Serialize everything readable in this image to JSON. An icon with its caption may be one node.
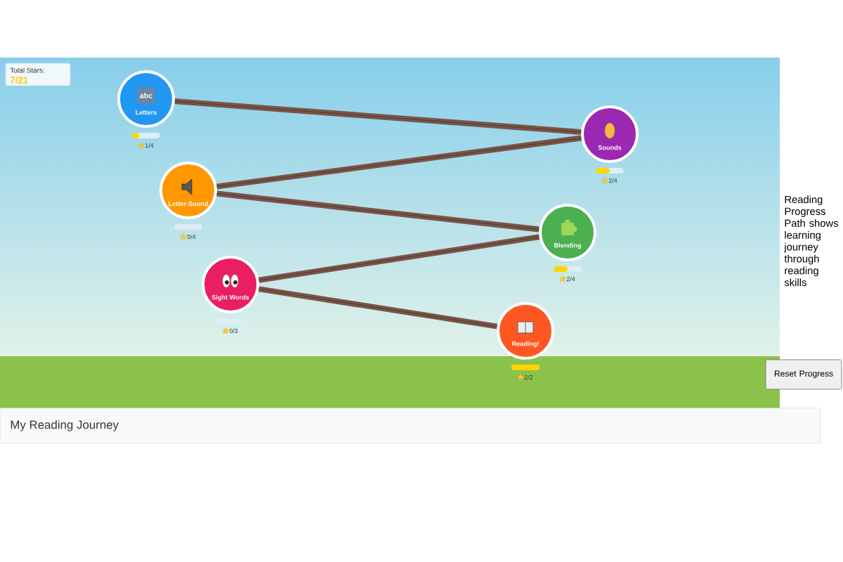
{
  "diagram": {
    "title": "My Reading Journey",
    "nodes": [
      {
        "text": [
          "Total Stars:",
          "7/21"
        ]
      },
      {
        "text": [
          "abc",
          "Letters"
        ],
        "beside": [
          "1/4"
        ]
      },
      {
        "text": [
          "Sounds"
        ],
        "beside": [
          "2/4"
        ]
      },
      {
        "text": [
          "Letter-Sound"
        ],
        "beside": [
          "0/4"
        ]
      },
      {
        "text": [
          "Blending"
        ],
        "beside": [
          "2/4"
        ]
      },
      {
        "text": [
          "Sight Words"
        ],
        "beside": [
          "0/3"
        ]
      },
      {
        "text": [
          "Reading!"
        ],
        "beside": [
          "2/2"
        ]
      },
      {
        "text": [
          "Reset Progress"
        ]
      }
    ],
    "edges": [
      {
        "from": 1,
        "to": 2,
        "arrow": "none"
      },
      {
        "from": 2,
        "to": 3,
        "arrow": "none"
      },
      {
        "from": 3,
        "to": 4,
        "arrow": "none"
      },
      {
        "from": 4,
        "to": 5,
        "arrow": "none"
      },
      {
        "from": 5,
        "to": 6,
        "arrow": "none"
      }
    ],
    "labels": [
      "Reading Progress Path shows learning journey through reading skills"
    ]
  }
}
